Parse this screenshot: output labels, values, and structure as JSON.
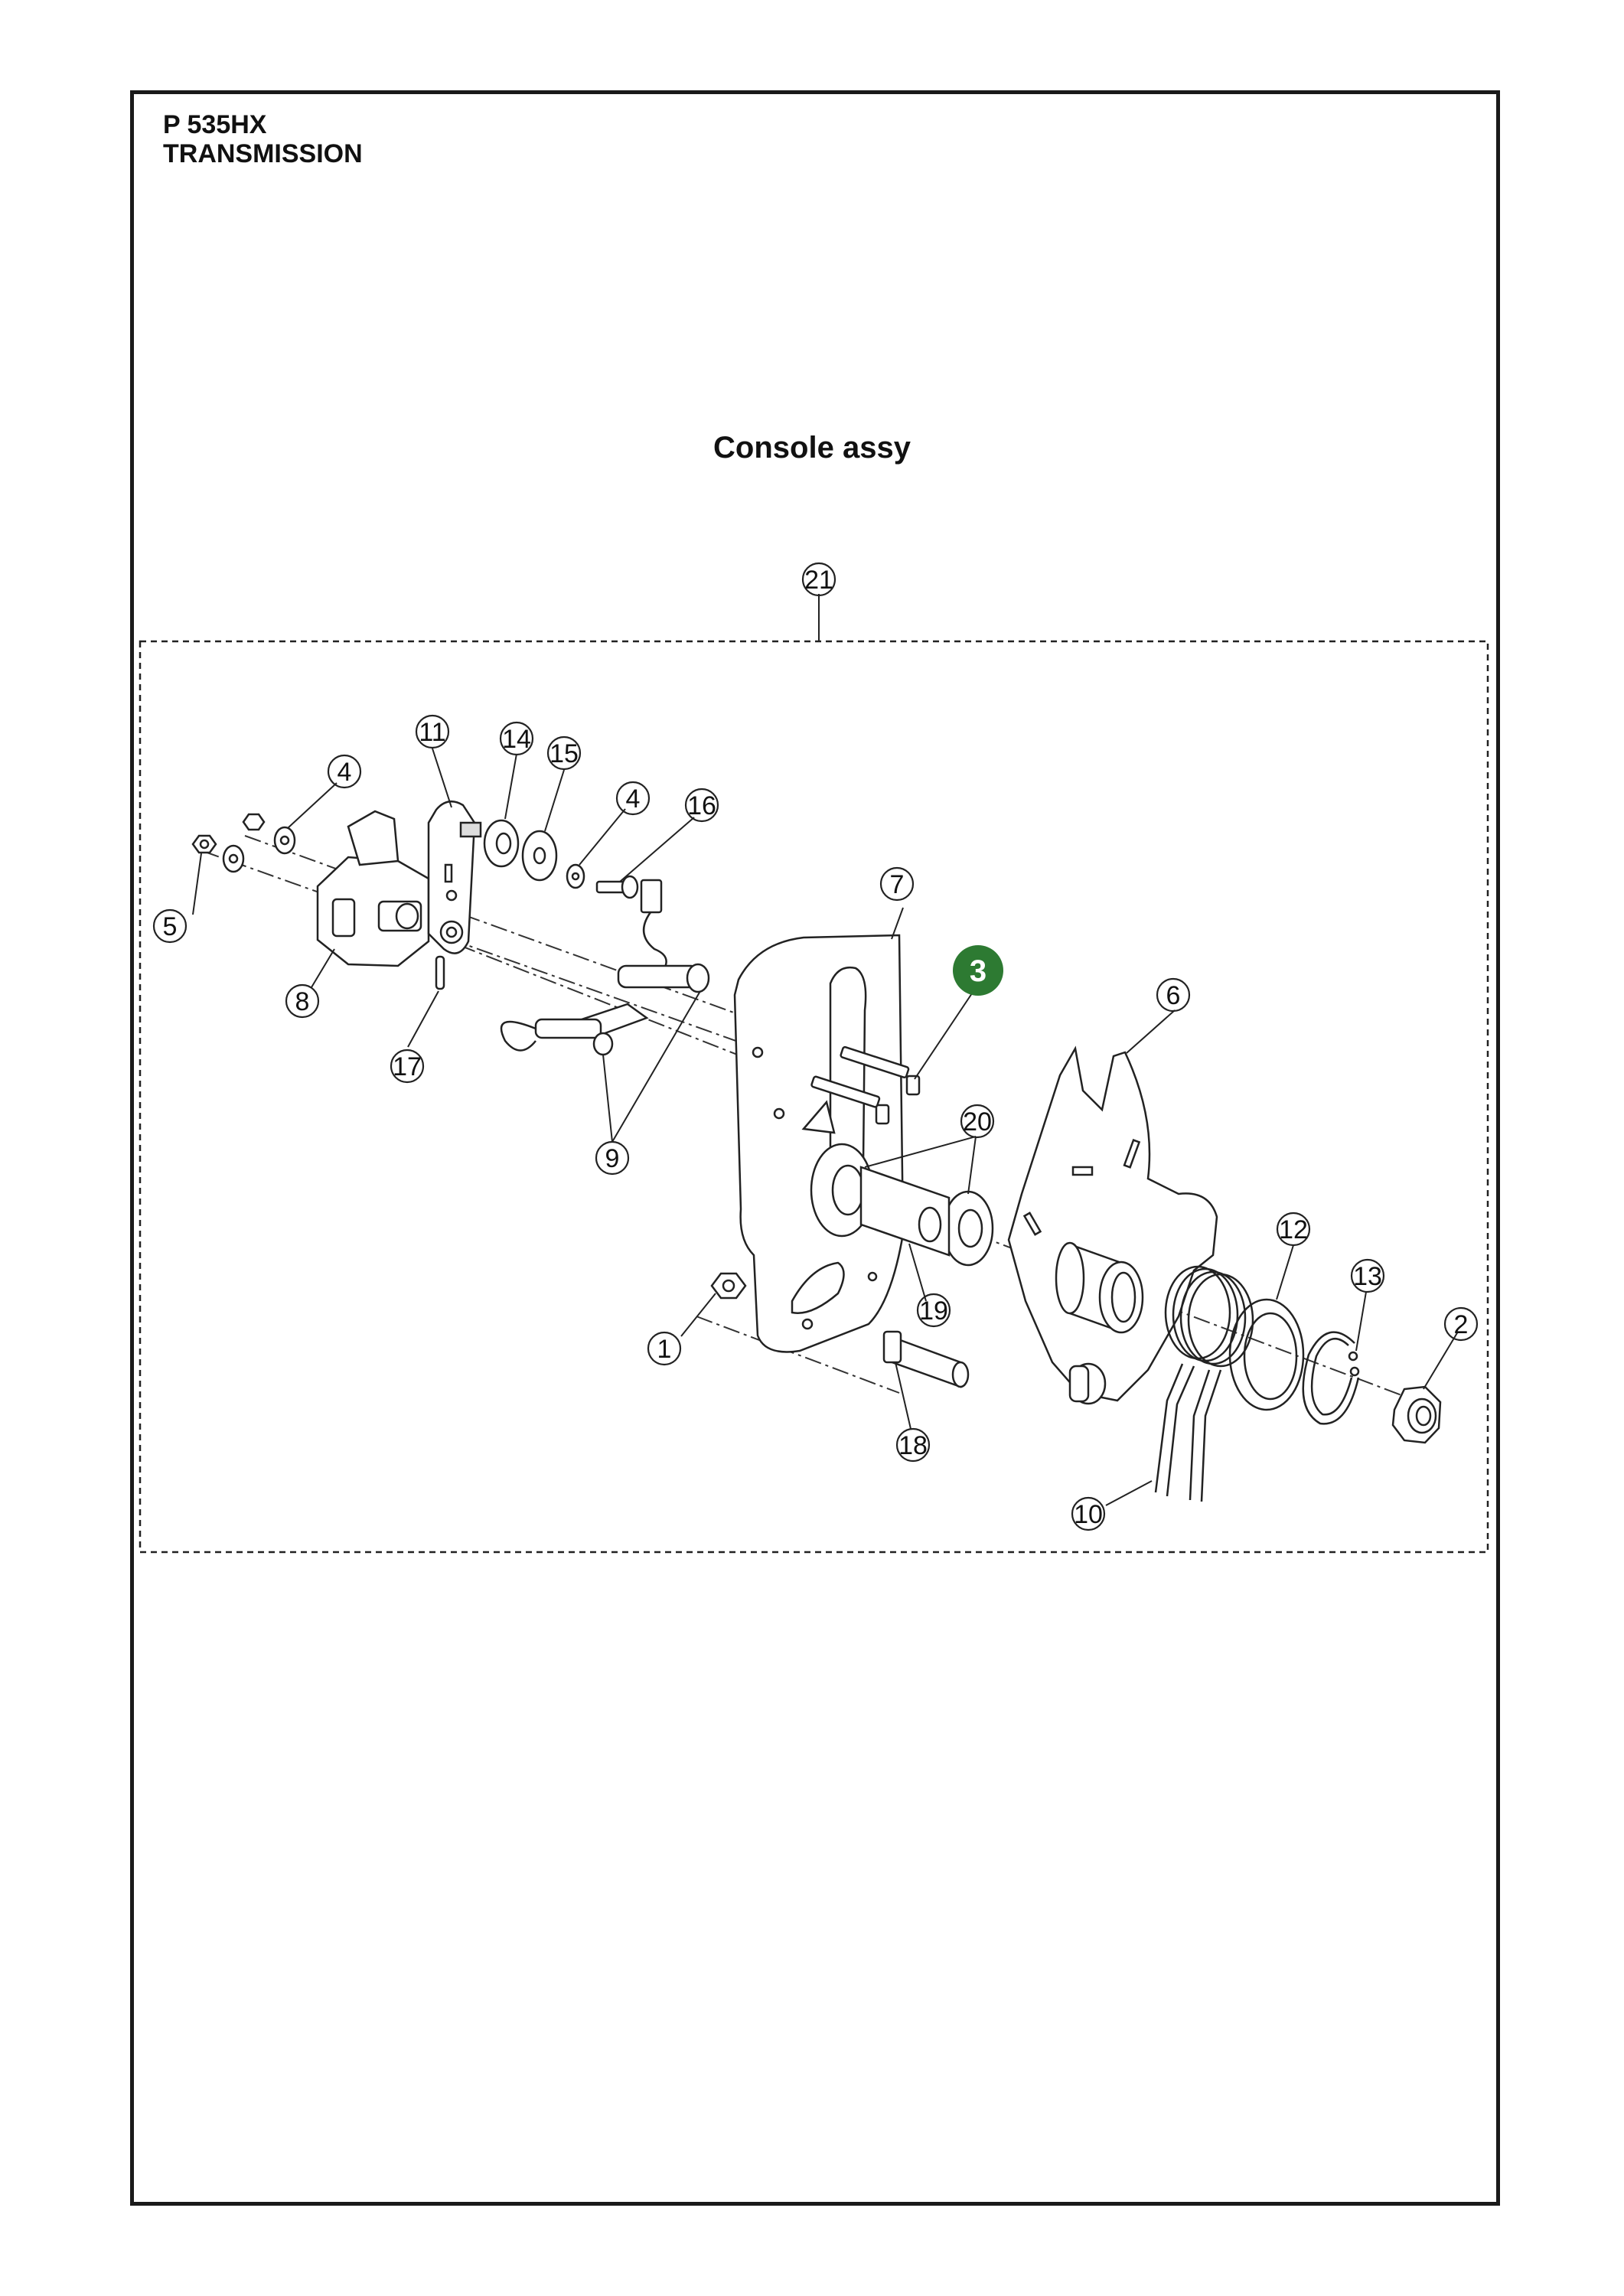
{
  "header": {
    "model": "P 535HX",
    "section": "TRANSMISSION"
  },
  "diagram": {
    "title": "Console assy",
    "highlight_color": "#2d7a32",
    "callouts": [
      {
        "id": "c1",
        "label": "1"
      },
      {
        "id": "c2",
        "label": "2"
      },
      {
        "id": "c3",
        "label": "3",
        "highlighted": true
      },
      {
        "id": "c4a",
        "label": "4"
      },
      {
        "id": "c4b",
        "label": "4"
      },
      {
        "id": "c5",
        "label": "5"
      },
      {
        "id": "c6",
        "label": "6"
      },
      {
        "id": "c7",
        "label": "7"
      },
      {
        "id": "c8",
        "label": "8"
      },
      {
        "id": "c9",
        "label": "9"
      },
      {
        "id": "c10",
        "label": "10"
      },
      {
        "id": "c11",
        "label": "11"
      },
      {
        "id": "c12",
        "label": "12"
      },
      {
        "id": "c13",
        "label": "13"
      },
      {
        "id": "c14",
        "label": "14"
      },
      {
        "id": "c15",
        "label": "15"
      },
      {
        "id": "c16",
        "label": "16"
      },
      {
        "id": "c17",
        "label": "17"
      },
      {
        "id": "c18",
        "label": "18"
      },
      {
        "id": "c19",
        "label": "19"
      },
      {
        "id": "c20",
        "label": "20"
      },
      {
        "id": "c21",
        "label": "21"
      }
    ]
  }
}
